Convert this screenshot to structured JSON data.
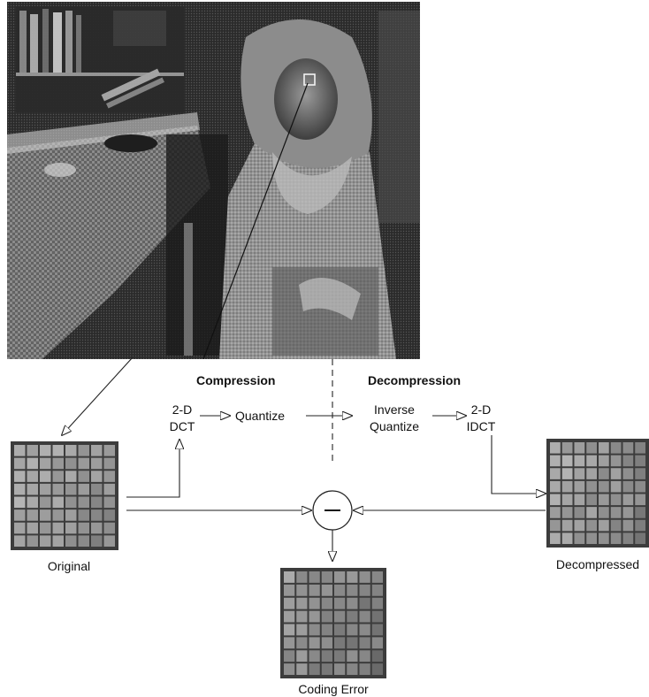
{
  "diagram": {
    "section_headers": {
      "compression": "Compression",
      "decompression": "Decompression"
    },
    "nodes": {
      "dct_line1": "2-D",
      "dct_line2": "DCT",
      "quantize": "Quantize",
      "inverse_quantize_line1": "Inverse",
      "inverse_quantize_line2": "Quantize",
      "idct_line1": "2-D",
      "idct_line2": "IDCT",
      "subtract_symbol": "−"
    },
    "block_labels": {
      "original": "Original",
      "decompressed": "Decompressed",
      "coding_error": "Coding Error"
    },
    "colors": {
      "line": "#222222",
      "grid_cell_light": "#b5b5b5",
      "grid_cell_dark": "#5a5a5a",
      "photo_tone": "#3a3a3a"
    }
  }
}
